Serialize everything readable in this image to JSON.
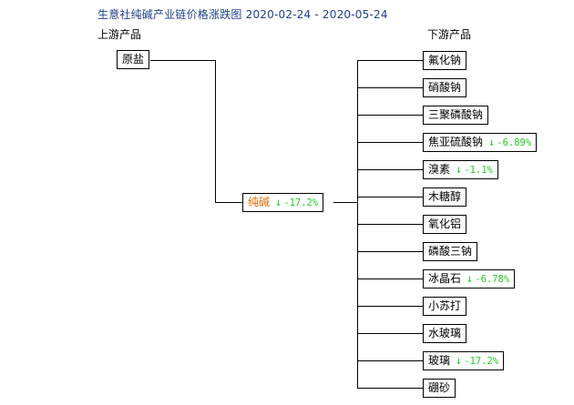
{
  "title": "生意社纯碱产业链价格涨跌图 2020-02-24 - 2020-05-24",
  "upstream_label": "上游产品",
  "downstream_label": "下游产品",
  "upstream": [
    {
      "name": "原盐"
    }
  ],
  "center": {
    "name": "纯碱",
    "change": "-17.2%",
    "direction": "down"
  },
  "downstream": [
    {
      "name": "氟化钠",
      "change": ""
    },
    {
      "name": "硝酸钠",
      "change": ""
    },
    {
      "name": "三聚磷酸钠",
      "change": ""
    },
    {
      "name": "焦亚硫酸钠",
      "change": "-6.89%"
    },
    {
      "name": "溴素",
      "change": "-1.1%"
    },
    {
      "name": "木糖醇",
      "change": ""
    },
    {
      "name": "氧化铝",
      "change": ""
    },
    {
      "name": "磷酸三钠",
      "change": ""
    },
    {
      "name": "冰晶石",
      "change": "-6.78%"
    },
    {
      "name": "小苏打",
      "change": ""
    },
    {
      "name": "水玻璃",
      "change": ""
    },
    {
      "name": "玻璃",
      "change": "-17.2%"
    },
    {
      "name": "硼砂",
      "change": ""
    }
  ],
  "colors": {
    "title": "#1f3f8f",
    "center_name": "#e06a00",
    "decrease": "#22cc22",
    "line": "#000000"
  },
  "icons": {
    "decrease": "down-arrow-icon"
  }
}
